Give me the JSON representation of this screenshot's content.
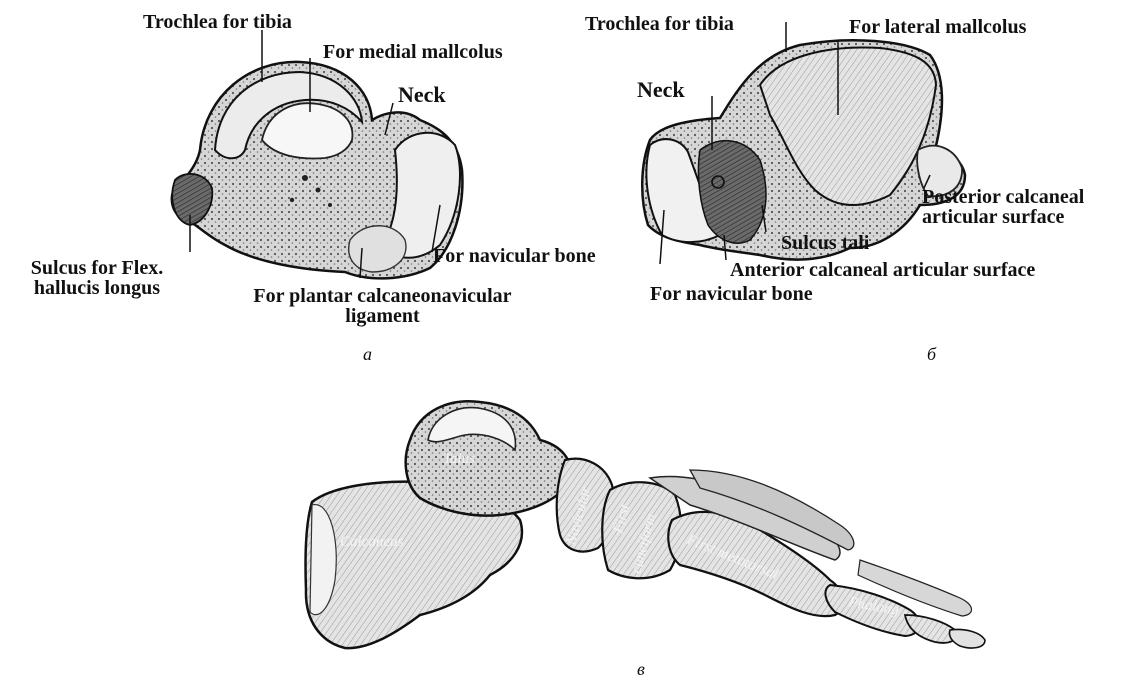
{
  "figure_a": {
    "labels": {
      "trochlea_for_tibia": "Trochlea for tibia",
      "for_medial_malleolus": "For medial mallcolus",
      "neck": "Neck",
      "sulcus_line1": "Sulcus for Flex.",
      "sulcus_line2": "hallucis longus",
      "for_navicular_bone": "For navicular bone",
      "plantar_line1": "For plantar calcaneonavicular",
      "plantar_line2": "ligament"
    },
    "caption": "а"
  },
  "figure_b": {
    "labels": {
      "trochlea_for_tibia": "Trochlea for tibia",
      "for_lateral_malleolus": "For lateral mallcolus",
      "neck": "Neck",
      "posterior_line1": "Posterior calcaneal",
      "posterior_line2": "articular surface",
      "sulcus_tali": "Sulcus tali",
      "anterior_calcaneal": "Anterior calcaneal articular surface",
      "for_navicular_bone": "For navicular bone"
    },
    "caption": "б"
  },
  "figure_c": {
    "bone_labels": {
      "talus": "Talus",
      "calcaneus": "Calcaneus",
      "navicular": "Navicular",
      "first_cuneiform_line1": "First",
      "first_cuneiform_line2": "cuneiform",
      "first_metatarsal": "First metatarsal",
      "phalanges": "Phalang"
    },
    "caption": "в"
  }
}
